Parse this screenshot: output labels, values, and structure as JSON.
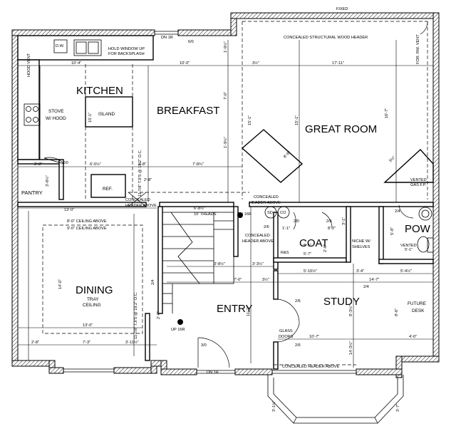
{
  "rooms": {
    "kitchen": "KITCHEN",
    "breakfast": "BREAKFAST",
    "great_room": "GREAT ROOM",
    "pantry": "PANTRY",
    "dining": "DINING",
    "entry": "ENTRY",
    "study": "STUDY",
    "coat": "COAT",
    "pow": "POW"
  },
  "fixtures": {
    "dw": "D.W.",
    "hold_window_1": "HOLD WINDOW UP",
    "hold_window_2": "FOR BACKSPLASH",
    "hood_vent": "HOOD VENT",
    "stove_1": "STOVE",
    "stove_2": "W/ HOOD",
    "island": "ISLAND",
    "island_dim": "15'-1\"",
    "ref": "REF.",
    "vented_gas_1": "VENTED",
    "vented_gas_2": "GAS F.P.",
    "vented_pow": "VENTED",
    "niche_1": "NICHE W/",
    "niche_2": "SHELVES",
    "rs": "R&S",
    "future_desk_1": "FUTURE",
    "future_desk_2": "DESK",
    "tray_1": "TRAY",
    "tray_2": "CEILING",
    "glass_1": "GLASS",
    "glass_2": "DOORS",
    "sd": "SD",
    "co": "CO"
  },
  "notes": {
    "concealed_structural": "CONCEALED STRUCTURAL WOOD HEADER",
    "concealed_header_above_1": "CONCEALED",
    "concealed_header_above_2": "HEADER ABOVE",
    "concealed_header_left_1": "CONCEALED",
    "concealed_header_left_2": "HEADER ABOVE",
    "concealed_header_coat_1": "CONCEALED",
    "concealed_header_coat_2": "HEADER ABOVE",
    "concealed_header_bottom": "CONCEALED HEADER ABOVE",
    "dn_1r_top": "DN 1R",
    "dn_1r_bottom": "DN 1R",
    "dn_16r": "DN 16R",
    "up_16r": "UP 16R",
    "treads": "10' TREADS",
    "tjis_kitchen": "11-7/8\" TJI'S @ 19.2\" O.C.",
    "tjis_dining": "11-7/8\" TJI'S @ 19.2\" O.C.",
    "ceiling_8": "8'-0\" CEILING ABOVE",
    "ceiling_9": "9'-0\" CEILING ABOVE",
    "for_rm_vent": "FOR. RM. VENT",
    "fixed": "FIXED"
  },
  "dims": {
    "d_60": "6/0",
    "d_10_4": "10'-4\"",
    "d_10_0": "10'-0\"",
    "d_3_12": "3½\"",
    "d_17_11": "17'-11\"",
    "d_1_9": "1'-9½\"",
    "d_7_0_a": "7'-0\"",
    "d_15_1_a": "15'-1\"",
    "d_15_1_b": "15'-1\"",
    "d_15_1_c": "15'-1\"",
    "d_16_7": "16'-7\"",
    "d_1_9b": "1'-9½\"",
    "d_3_8": "3'-8\"",
    "d_20_a": "2/0",
    "d_6_0": "6'-0½\"",
    "d_2_8": "2'-8\"",
    "d_7_8": "7'-8¾\"",
    "d_13_0_a": "13'-0\"",
    "d_6_8": "6'-8½\"",
    "d_24_a": "2/4",
    "d_5_8": "5'-8\"",
    "d_5_1": "5'-1\"",
    "d_20_b": "2/0",
    "d_26_a": "2/6",
    "d_26_b": "2/6",
    "d_3_1": "3'-1\"",
    "d_8_2": "8'-2\"",
    "d_1_1": "1'-1\"",
    "d_5_7": "5'-7\"",
    "d_2_6": "2'-6\"",
    "d_3_8b": "3'-8½\"",
    "d_3_3": "3'-3½\"",
    "d_5_10": "5'-10½\"",
    "d_3_4": "3'-4\"",
    "d_5_4": "5'-4½\"",
    "d_14_7": "14'-7\"",
    "d_7_0_b": "7'-0\"",
    "d_3_b": "3½\"",
    "d_24_b": "2/4",
    "d_24_c": "2/4",
    "d_14_0": "14'-0\"",
    "d_11_2": "11'-2\"",
    "d_8_3": "8'-3½\"",
    "d_13_0_b": "13'-0\"",
    "d_26_c": "2/6",
    "d_26_d": "2/6",
    "d_10_7": "10'-7\"",
    "d_4_0": "4'-0\"",
    "d_14_3": "14'-3½\"",
    "d_2_8b": "2'-8\"",
    "d_7_3": "7'-3\"",
    "d_3_11": "3'-11½\"",
    "d_30": "3/0",
    "d_3_1b": "3'-1½\"",
    "d_3_7": "3'-7\"",
    "d_2_6b": "2'-6\"",
    "d_8_6": "8'-6\"",
    "d_8_6b": "8'-6\"",
    "d_3_x": "3½\"",
    "d_5_1b": "5'-1\"",
    "d_2_8c": "2'-8\""
  }
}
